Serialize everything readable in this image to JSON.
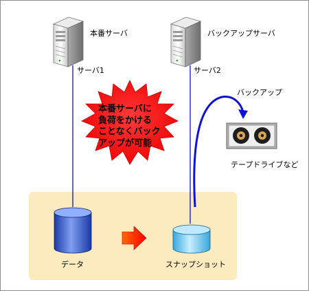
{
  "servers": {
    "production": {
      "name": "本番サーバ",
      "id": "サーバ1"
    },
    "backup": {
      "name": "バックアップサーバ",
      "id": "サーバ2"
    }
  },
  "callout": {
    "lines": [
      "本番サーバに",
      "負荷をかける",
      "ことなくバック",
      "アップが可能"
    ],
    "color": "#ff0000"
  },
  "backup_target": {
    "arrow_label": "バックアップ",
    "device": "テープドライブなど"
  },
  "storage": {
    "source": "データ",
    "snapshot": "スナップショット",
    "panel_color": "#fcebbf"
  },
  "colors": {
    "connector": "#1010c8",
    "copy_arrow": "#ff2200",
    "source_disk": "#3c5ec8",
    "snapshot_disk": "#7fd0f0"
  }
}
